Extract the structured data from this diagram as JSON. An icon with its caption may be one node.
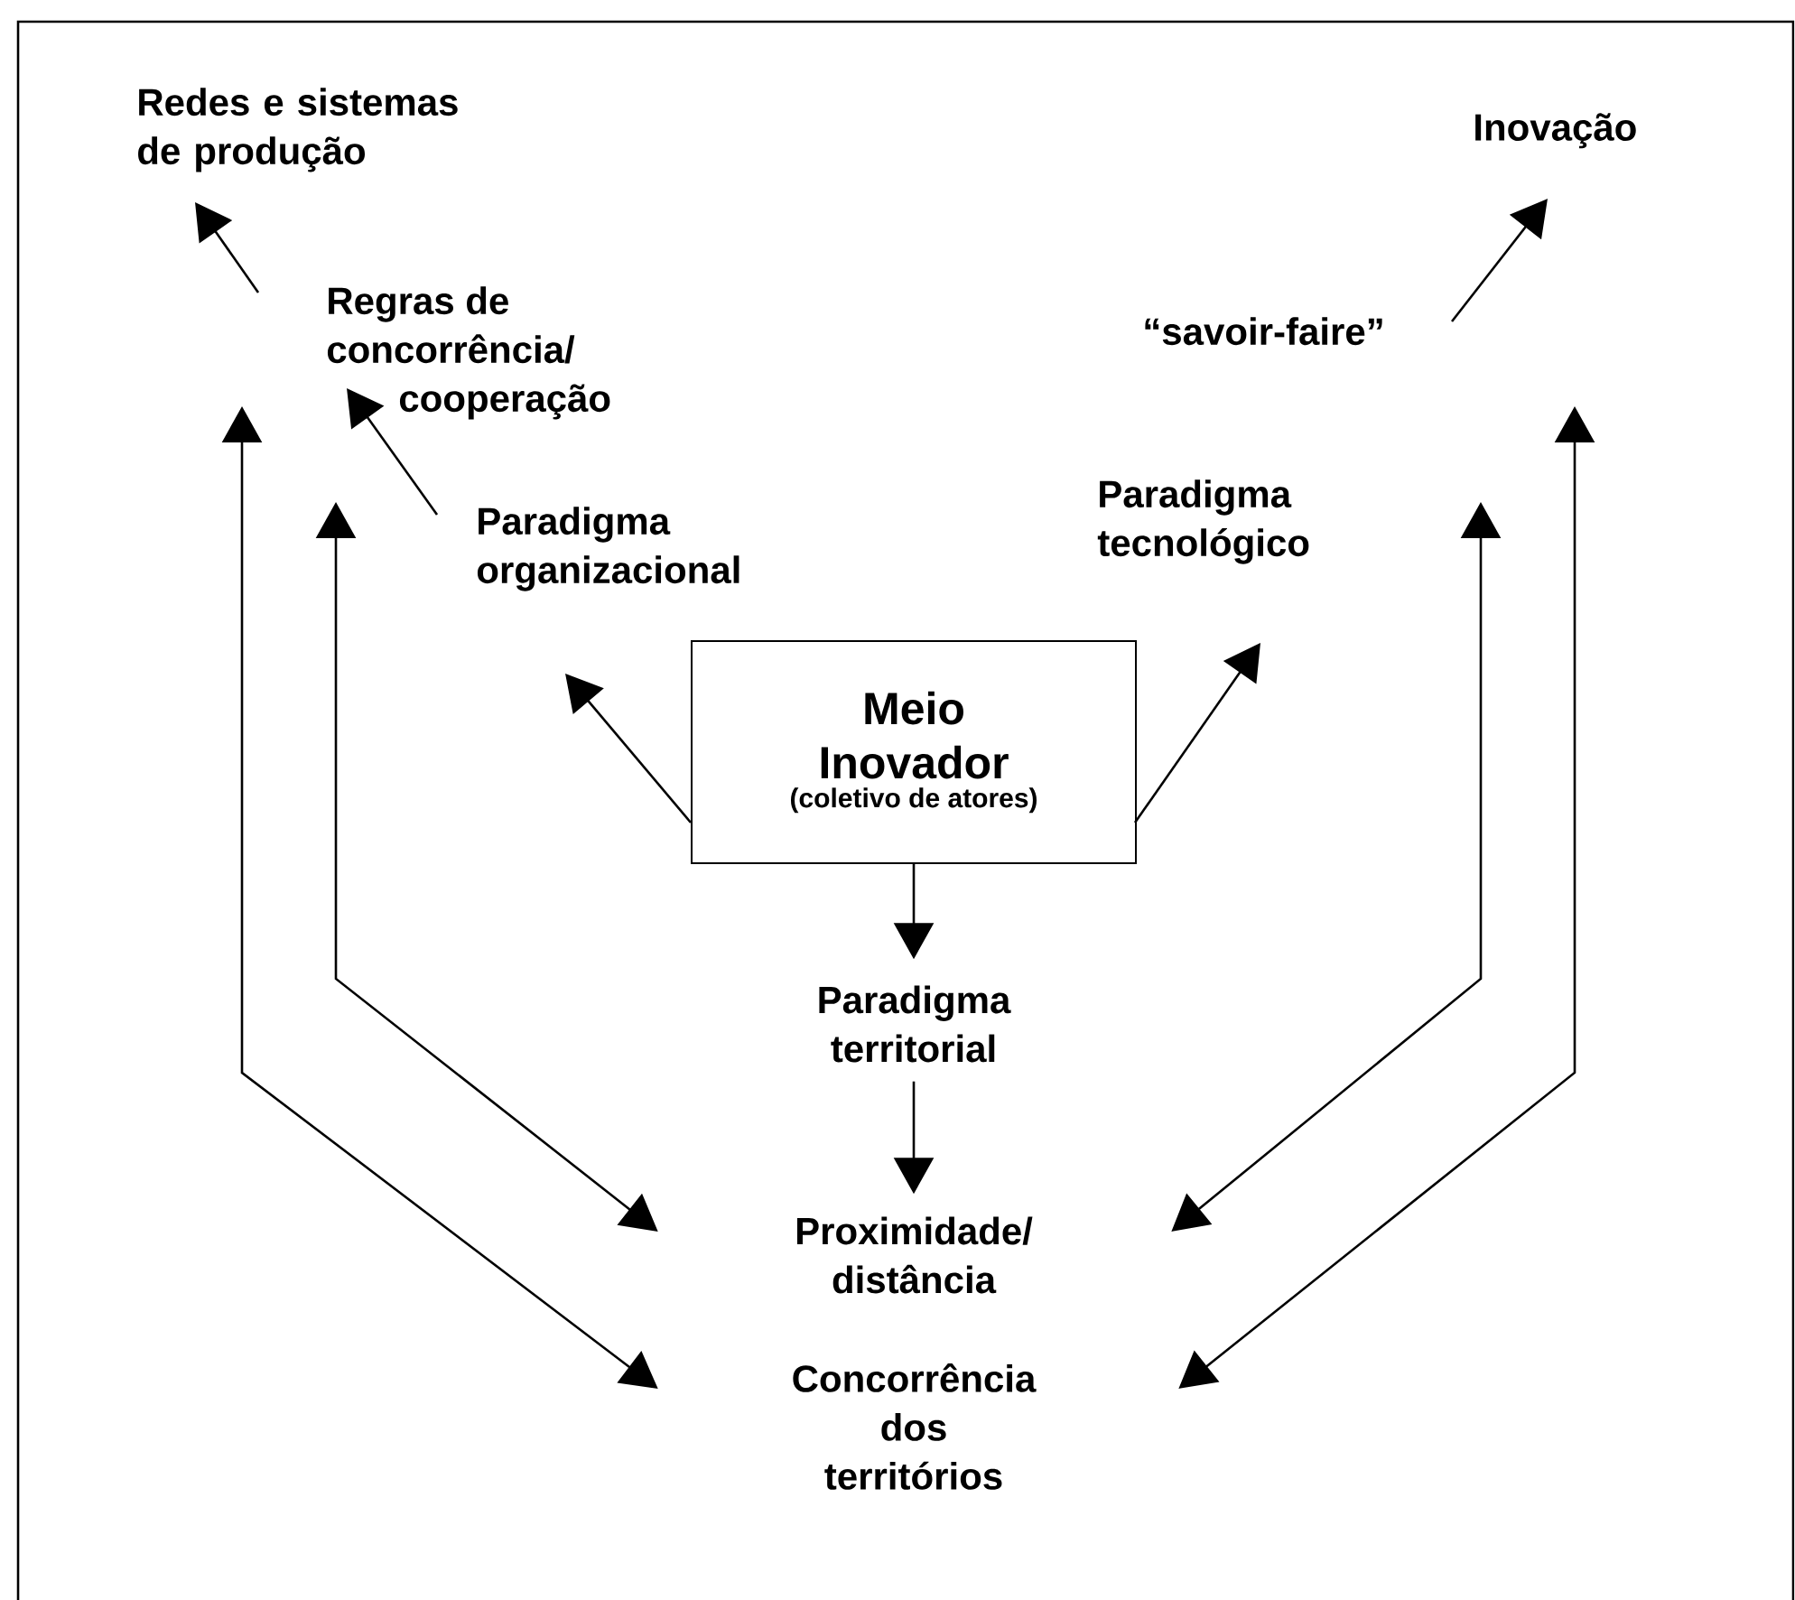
{
  "diagram": {
    "nodes": [
      {
        "text": [
          "Redes e sistemas de produção"
        ]
      },
      {
        "text": [
          "Inovação"
        ]
      },
      {
        "text": [
          "Regras de concorrência/ cooperação"
        ]
      },
      {
        "text": [
          "“savoir-faire”"
        ]
      },
      {
        "text": [
          "Paradigma organizacional"
        ]
      },
      {
        "text": [
          "Paradigma tecnológico"
        ]
      },
      {
        "text": [
          "Meio Inovador",
          "(coletivo de atores)"
        ]
      },
      {
        "text": [
          "Paradigma territorial"
        ]
      },
      {
        "text": [
          "Proximidade/ distância"
        ]
      },
      {
        "text": [
          "Concorrência dos territórios"
        ]
      }
    ],
    "edges": [
      {
        "from": 2,
        "to": 0,
        "arrow": "to"
      },
      {
        "from": 4,
        "to": 2,
        "arrow": "to"
      },
      {
        "from": 6,
        "to": 4,
        "arrow": "to"
      },
      {
        "from": 6,
        "to": 5,
        "arrow": "to"
      },
      {
        "from": 3,
        "to": 1,
        "arrow": "to"
      },
      {
        "from": 6,
        "to": 7,
        "arrow": "to"
      },
      {
        "from": 7,
        "to": 8,
        "arrow": "to"
      },
      {
        "from": null,
        "to": 8,
        "arrow": "both"
      },
      {
        "from": null,
        "to": 9,
        "arrow": "both"
      },
      {
        "from": null,
        "to": 8,
        "arrow": "both"
      },
      {
        "from": null,
        "to": 9,
        "arrow": "both"
      }
    ]
  }
}
